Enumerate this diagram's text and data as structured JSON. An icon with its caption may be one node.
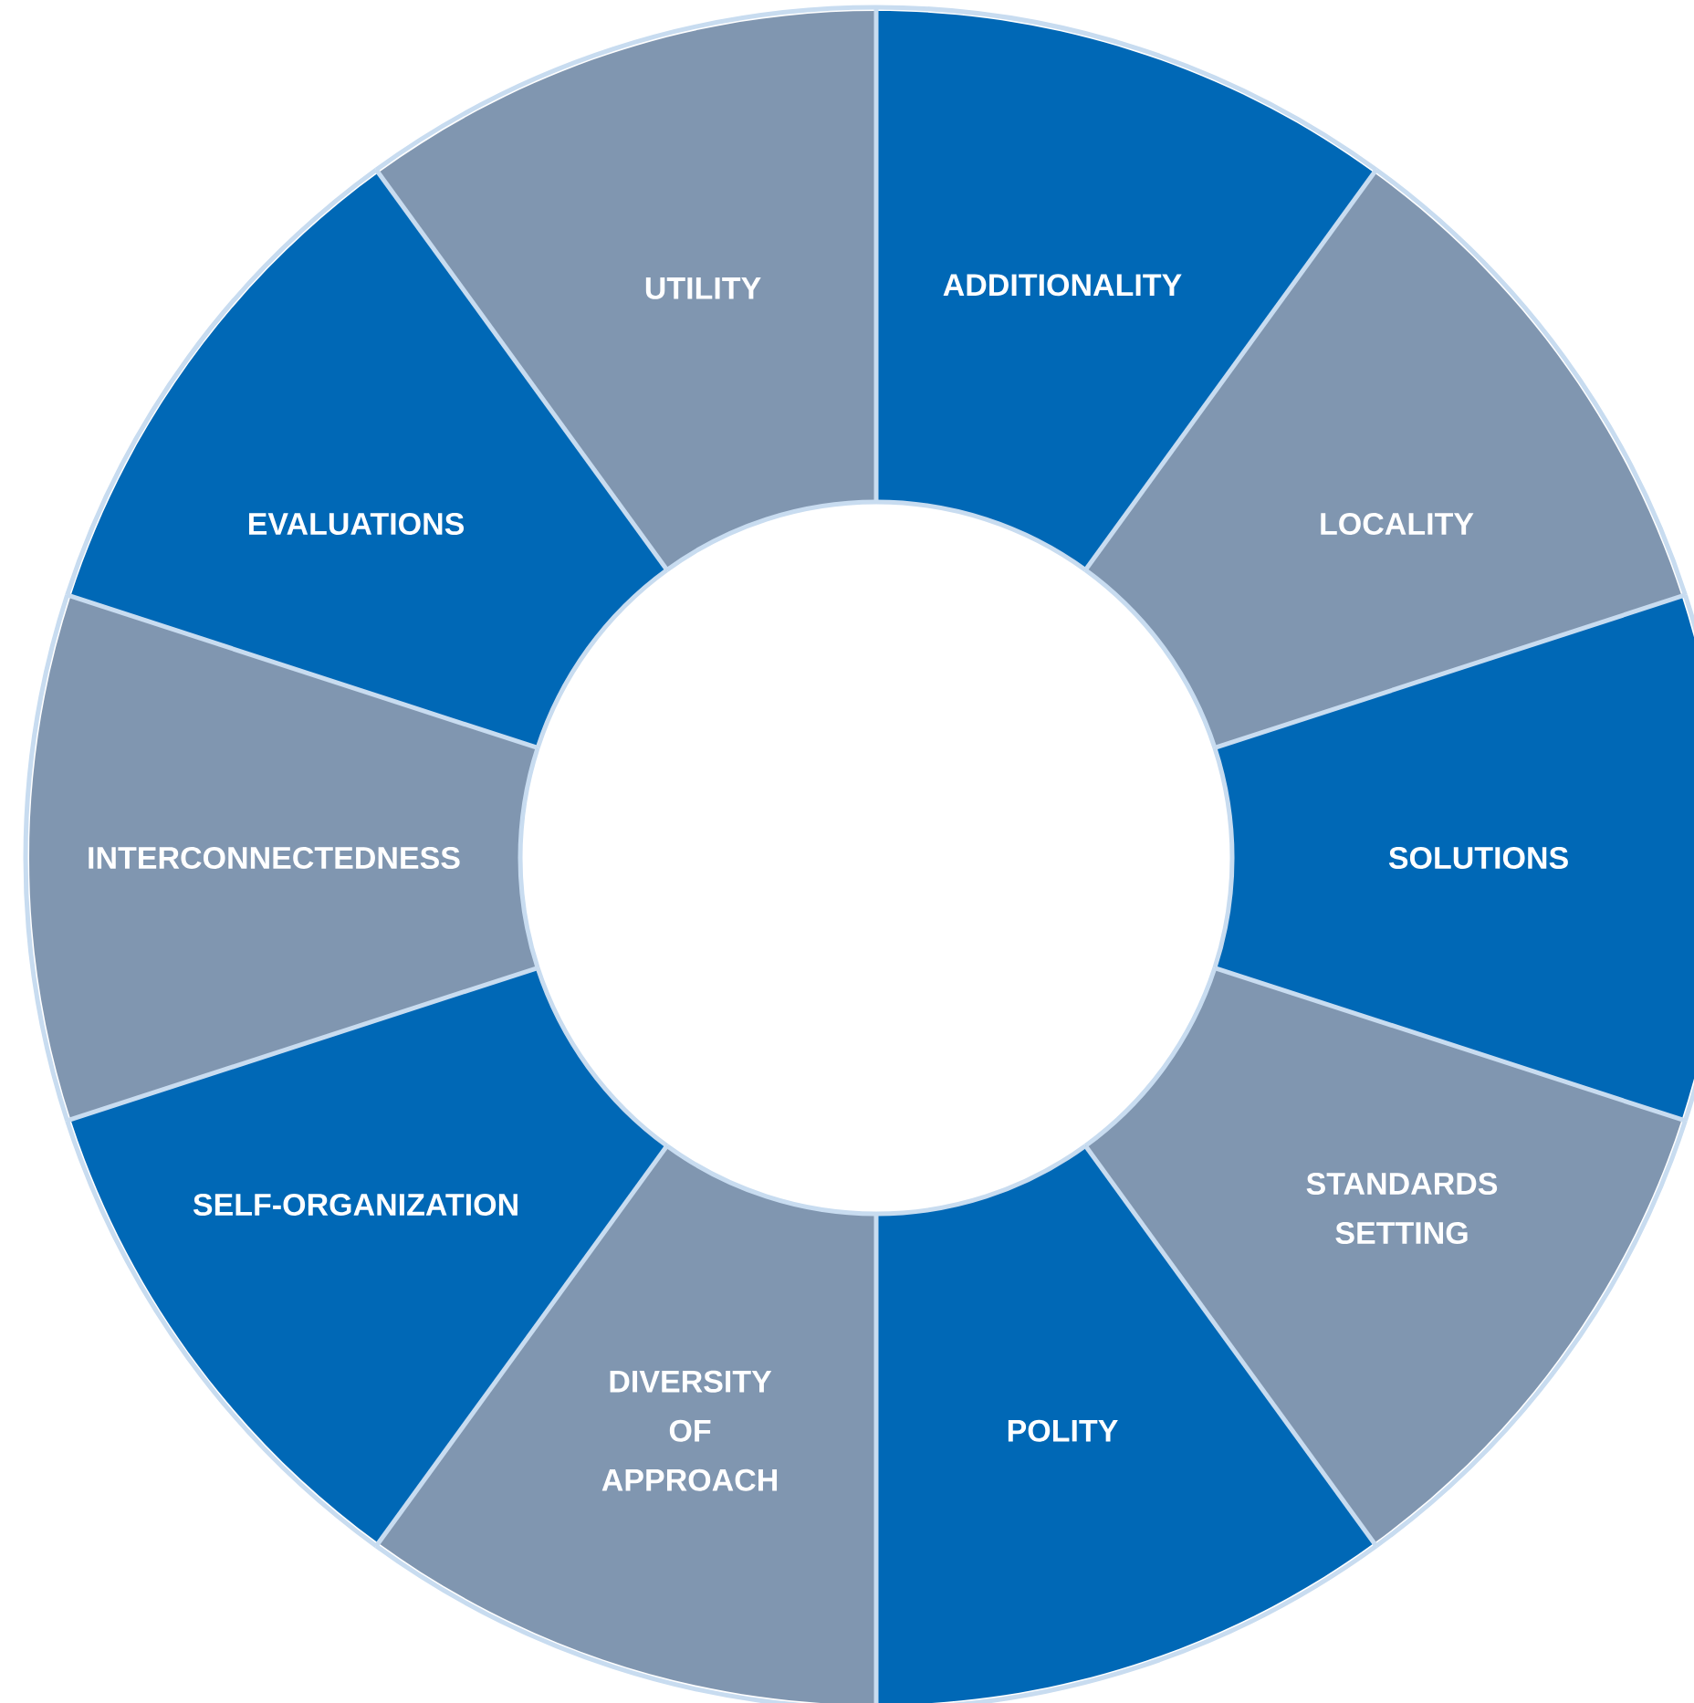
{
  "diagram": {
    "nodes": [
      {
        "text": [
          "ADDITIONALITY"
        ]
      },
      {
        "text": [
          "LOCALITY"
        ]
      },
      {
        "text": [
          "SOLUTIONS"
        ]
      },
      {
        "text": [
          "STANDARDS SETTING"
        ]
      },
      {
        "text": [
          "POLITY"
        ]
      },
      {
        "text": [
          "DIVERSITY OF APPROACH"
        ]
      },
      {
        "text": [
          "SELF-ORGANIZATION"
        ]
      },
      {
        "text": [
          "INTERCONNECTEDNESS"
        ]
      },
      {
        "text": [
          "EVALUATIONS"
        ]
      },
      {
        "text": [
          "UTILITY"
        ]
      }
    ]
  }
}
